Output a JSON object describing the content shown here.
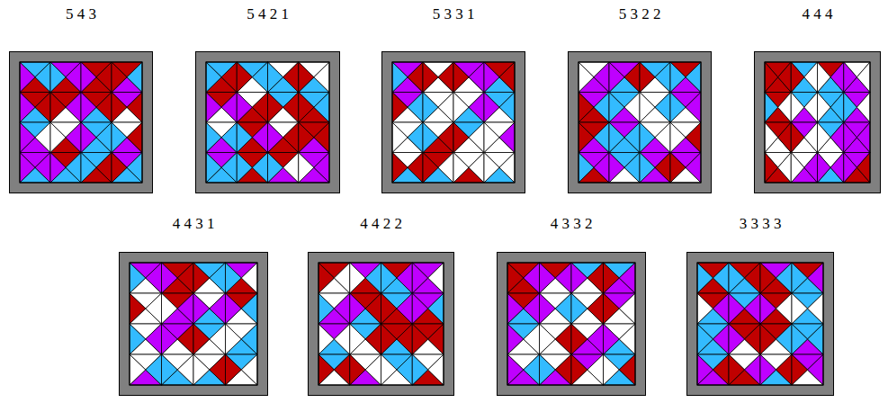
{
  "diagram": {
    "nodes": [
      {
        "text": [
          "5 4 3"
        ]
      },
      {
        "text": [
          "5 4 2 1"
        ]
      },
      {
        "text": [
          "5 3 3 1"
        ]
      },
      {
        "text": [
          "5 3 2 2"
        ]
      },
      {
        "text": [
          "4 4 4"
        ]
      },
      {
        "text": [
          "4 4 3 1"
        ]
      },
      {
        "text": [
          "4 4 2 2"
        ]
      },
      {
        "text": [
          "4 3 3 2"
        ]
      },
      {
        "text": [
          "3 3 3 3"
        ]
      }
    ]
  }
}
